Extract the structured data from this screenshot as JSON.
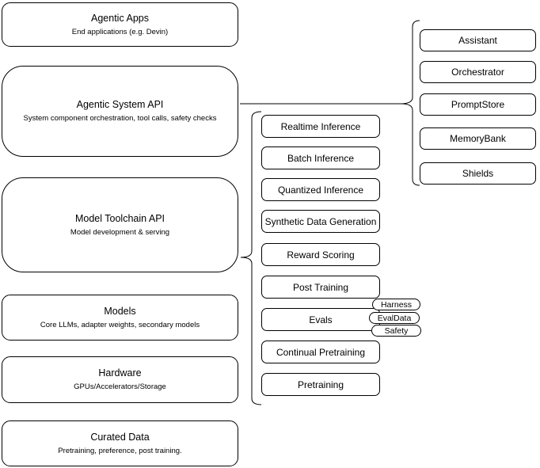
{
  "diagram": {
    "colors": {
      "stroke": "#000000",
      "fill": "#FFFFFF",
      "background": "#FFFFFF",
      "text": "#000000"
    },
    "left_stack": [
      {
        "title": "Agentic Apps",
        "subtitle": "End applications (e.g. Devin)"
      },
      {
        "title": "Agentic System API",
        "subtitle": "System component orchestration, tool calls, safety checks"
      },
      {
        "title": "Model Toolchain API",
        "subtitle": "Model development & serving"
      },
      {
        "title": "Models",
        "subtitle": "Core LLMs, adapter weights, secondary models"
      },
      {
        "title": "Hardware",
        "subtitle": "GPUs/Accelerators/Storage"
      },
      {
        "title": "Curated Data",
        "subtitle": "Pretraining, preference, post training."
      }
    ],
    "toolchain_components": [
      "Realtime Inference",
      "Batch Inference",
      "Quantized Inference",
      "Synthetic Data Generation",
      "Reward Scoring",
      "Post Training",
      "Evals",
      "Continual Pretraining",
      "Pretraining"
    ],
    "eval_tags": [
      "Harness",
      "EvalData",
      "Safety"
    ],
    "system_components": [
      "Assistant",
      "Orchestrator",
      "PromptStore",
      "MemoryBank",
      "Shields"
    ]
  }
}
